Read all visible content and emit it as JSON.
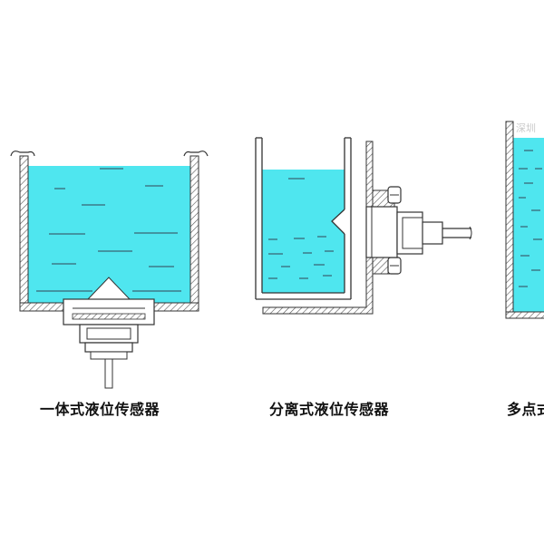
{
  "colors": {
    "water": "#4fe6ef",
    "line": "#333333",
    "hatch": "#666666",
    "background": "#ffffff"
  },
  "captions": {
    "integrated": "一体式液位传感器",
    "separated": "分离式液位传感器",
    "multipoint": "多点式"
  },
  "watermark": "深圳"
}
